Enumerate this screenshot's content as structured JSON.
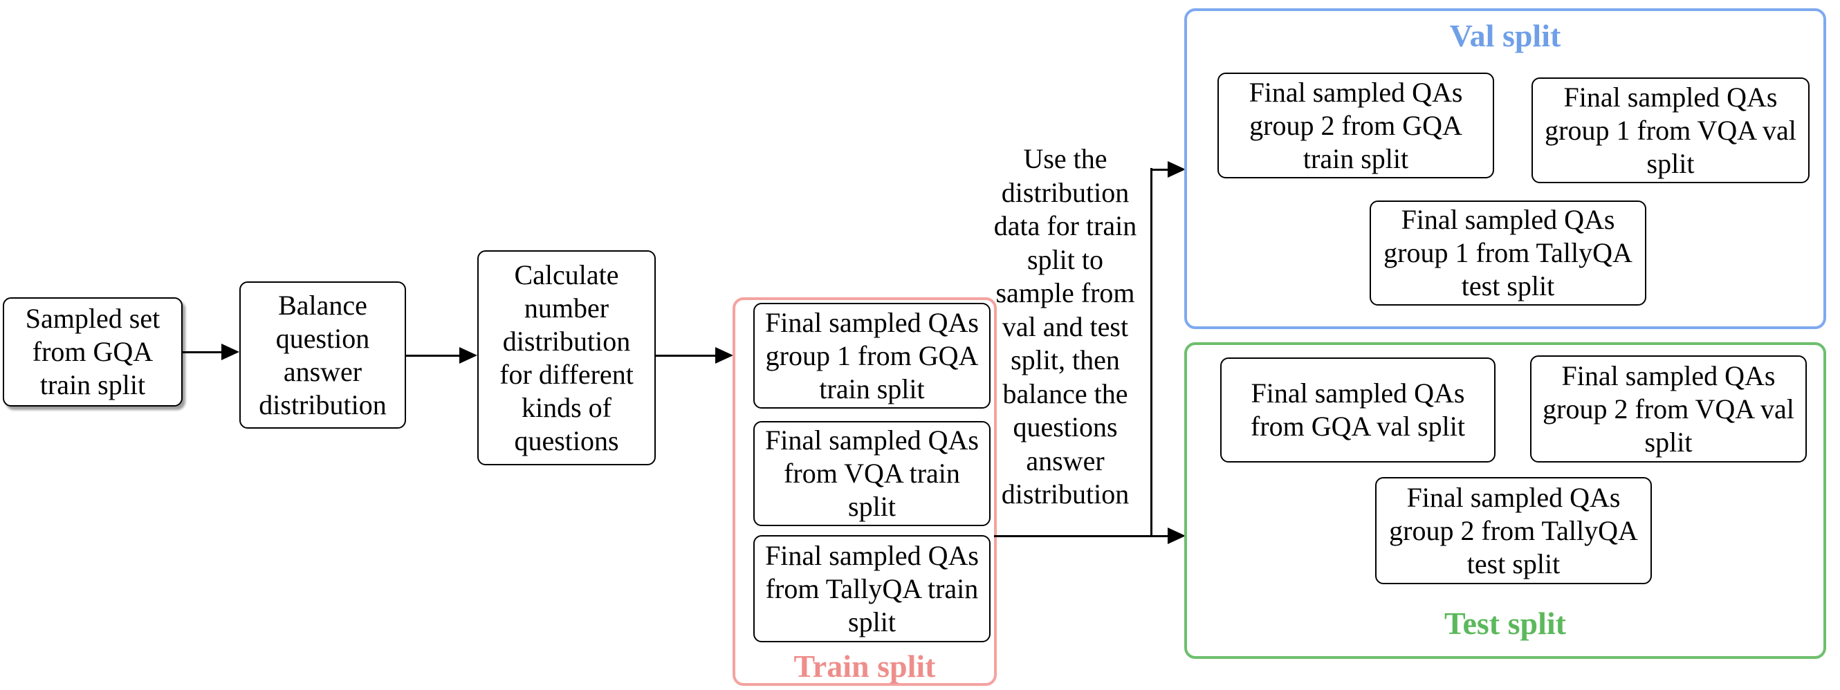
{
  "nodes": {
    "sampled_set": {
      "label": "Sampled set\nfrom GQA\ntrain split"
    },
    "balance": {
      "label": "Balance\nquestion\nanswer\ndistribution"
    },
    "calculate": {
      "label": "Calculate\nnumber\ndistribution\nfor different\nkinds of\nquestions"
    },
    "instruction": {
      "label": "Use the\ndistribution\ndata for train\nsplit to\nsample from\nval and test\nsplit, then\nbalance the\nquestions\nanswer\ndistribution"
    }
  },
  "groups": {
    "train": {
      "title": "Train split",
      "border_color": "#f4a3a0",
      "title_color": "#ee8e8b",
      "boxes": [
        {
          "label": "Final sampled QAs\ngroup 1 from GQA\ntrain split"
        },
        {
          "label": "Final sampled QAs\nfrom VQA train\nsplit"
        },
        {
          "label": "Final sampled QAs\nfrom TallyQA train\nsplit"
        }
      ]
    },
    "val": {
      "title": "Val split",
      "border_color": "#7fa9f0",
      "title_color": "#6f9fe8",
      "boxes": [
        {
          "label": "Final sampled QAs\ngroup 2 from GQA\ntrain split"
        },
        {
          "label": "Final sampled QAs\ngroup 1 from VQA val\nsplit"
        },
        {
          "label": "Final sampled QAs\ngroup 1 from TallyQA\ntest split"
        }
      ]
    },
    "test": {
      "title": "Test split",
      "border_color": "#6dbf6c",
      "title_color": "#5cb85c",
      "boxes": [
        {
          "label": "Final sampled QAs\nfrom GQA val split"
        },
        {
          "label": "Final sampled QAs\ngroup 2 from VQA val\nsplit"
        },
        {
          "label": "Final sampled QAs\ngroup 2 from TallyQA\ntest split"
        }
      ]
    }
  }
}
